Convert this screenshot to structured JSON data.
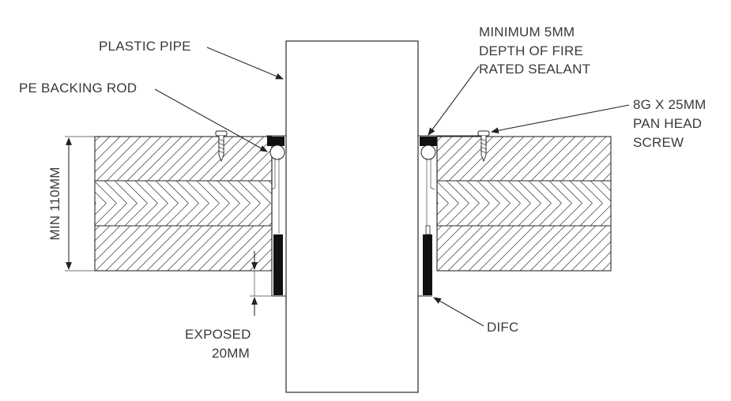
{
  "labels": {
    "plastic_pipe": "PLASTIC PIPE",
    "pe_backing_rod": "PE BACKING ROD",
    "sealant_line1": "MINIMUM 5MM",
    "sealant_line2": "DEPTH OF FIRE",
    "sealant_line3": "RATED SEALANT",
    "screw_line1": "8G X 25MM",
    "screw_line2": "PAN HEAD",
    "screw_line3": "SCREW",
    "min_thickness": "MIN 110MM",
    "exposed_line1": "EXPOSED",
    "exposed_line2": "20MM",
    "difc": "DIFC"
  }
}
